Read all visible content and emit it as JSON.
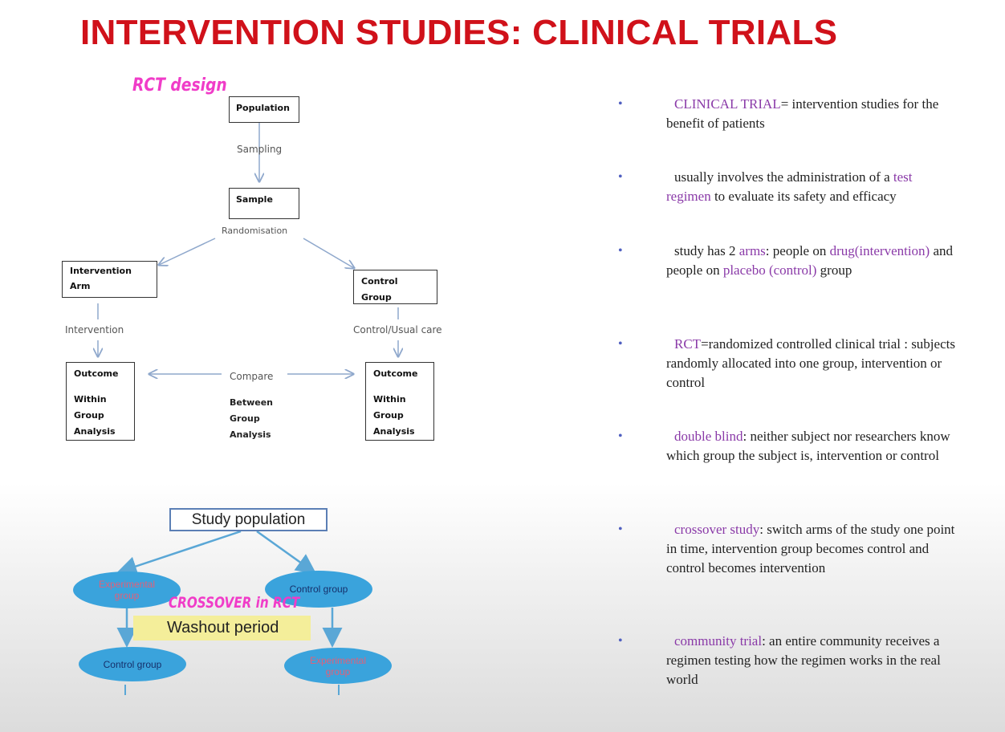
{
  "title": "INTERVENTION STUDIES: CLINICAL TRIALS",
  "rct_design": {
    "label": "RCT design",
    "population": "Population",
    "sampling": "Sampling",
    "sample": "Sample",
    "randomisation": "Randomisation",
    "intervention_arm": [
      "Intervention",
      "Arm"
    ],
    "control_group": "Control Group",
    "intervention": "Intervention",
    "control_usual_care": "Control/Usual care",
    "outcome_left": [
      "Outcome",
      "",
      "Within",
      "Group",
      "Analysis"
    ],
    "outcome_right": [
      "Outcome",
      "",
      "Within",
      "Group",
      "Analysis"
    ],
    "compare": "Compare",
    "between": [
      "Between",
      "Group",
      "Analysis"
    ]
  },
  "crossover": {
    "study_population": "Study population",
    "experimental_group_top": [
      "Experimental",
      "group"
    ],
    "control_group_top": "Control group",
    "label": "CROSSOVER in RCT",
    "washout": "Washout period",
    "control_group_bottom": "Control group",
    "experimental_group_bottom": [
      "Experimental",
      "group"
    ]
  },
  "bullets": [
    {
      "term": "CLINICAL TRIAL",
      "text": "= intervention studies for the benefit  of patients"
    },
    {
      "pre": "usually involves the administration of a ",
      "term": "test regimen",
      "text": " to evaluate its safety and efficacy"
    },
    {
      "pre": "study has 2 ",
      "term": "arms",
      "text": ": people on ",
      "term2": "drug(intervention)",
      "text2": " and people on ",
      "term3": "placebo (control)",
      "text3": " group"
    },
    {
      "term": "RCT",
      "text": "=randomized controlled clinical trial : subjects randomly allocated into one group, intervention or control"
    },
    {
      "term": "double blind",
      "text": ": neither subject nor researchers know which group the subject is, intervention or control"
    },
    {
      "term": "crossover study",
      "text": ": switch arms of the study one point in time, intervention group becomes control and control becomes intervention"
    },
    {
      "term": "community trial",
      "text": ": an entire community receives  a regimen testing how the regimen works in the real world"
    }
  ],
  "colors": {
    "title": "#d0111a",
    "accent_pink": "#f03cc8",
    "term_purple": "#8a3aa8",
    "bullet_blue": "#5060c0",
    "ellipse_blue": "#3aa3dc"
  }
}
